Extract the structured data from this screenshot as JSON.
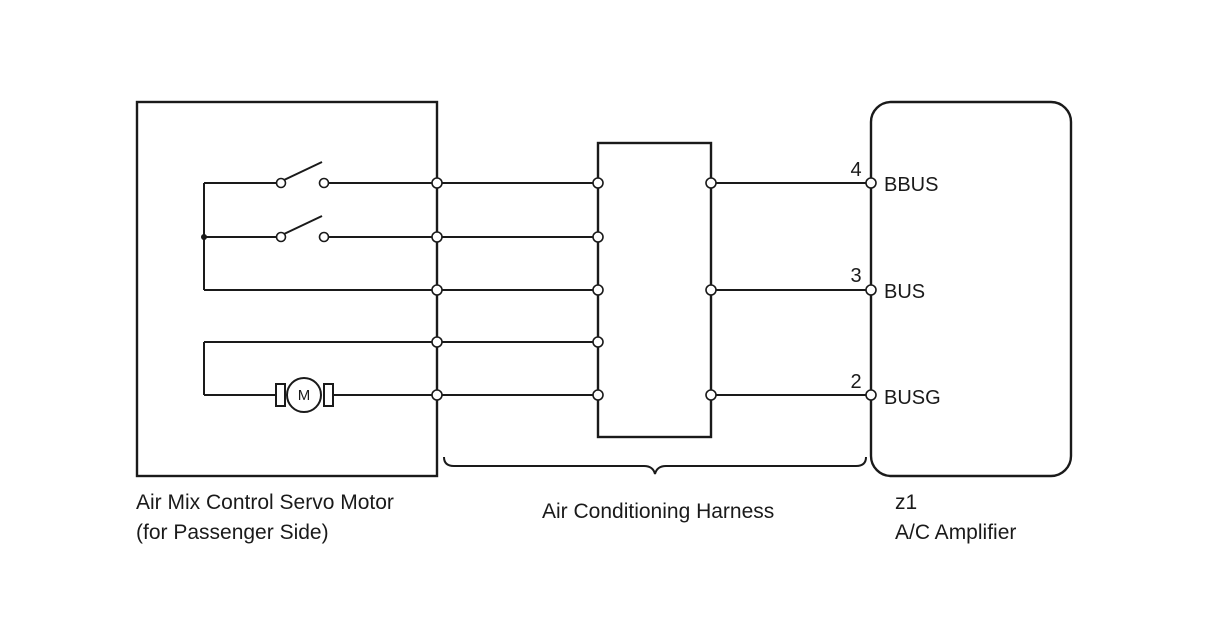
{
  "components": {
    "servo_motor": {
      "name_line1": "Air Mix Control Servo Motor",
      "name_line2": "(for Passenger Side)",
      "motor_symbol": "M"
    },
    "harness": {
      "name": "Air Conditioning Harness"
    },
    "amplifier": {
      "connector": "z1",
      "name": "A/C Amplifier",
      "pins": [
        {
          "number": "4",
          "signal": "BBUS"
        },
        {
          "number": "3",
          "signal": "BUS"
        },
        {
          "number": "2",
          "signal": "BUSG"
        }
      ]
    }
  },
  "colors": {
    "line": "#1a1a1a",
    "background": "#ffffff"
  }
}
